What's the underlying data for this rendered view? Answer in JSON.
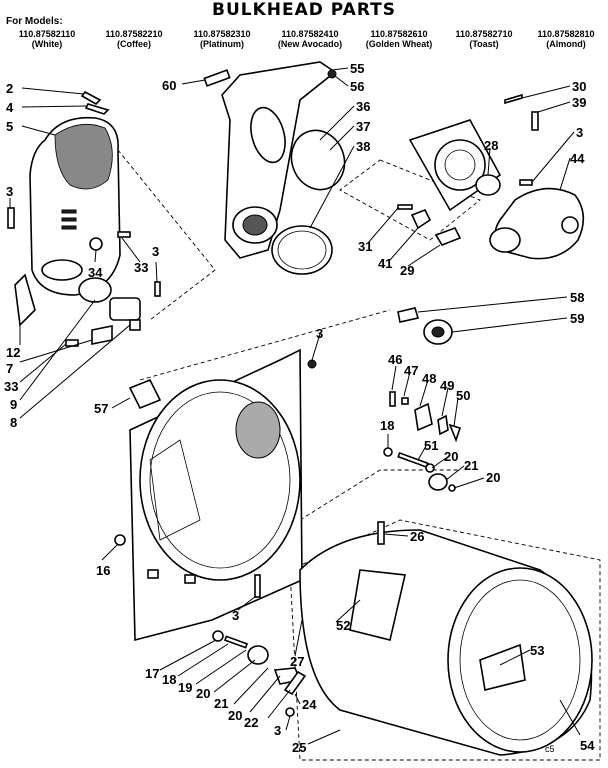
{
  "title": "BULKHEAD PARTS",
  "models_header": "For Models:",
  "models": [
    {
      "number": "110.87582110",
      "color": "(White)"
    },
    {
      "number": "110.87582210",
      "color": "(Coffee)"
    },
    {
      "number": "110.87582310",
      "color": "(Platinum)"
    },
    {
      "number": "110.87582410",
      "color": "(New Avocado)"
    },
    {
      "number": "110.87582610",
      "color": "(Golden Wheat)"
    },
    {
      "number": "110.87582710",
      "color": "(Toast)"
    },
    {
      "number": "110.87582810",
      "color": "(Almond)"
    }
  ],
  "callouts": {
    "c2": "2",
    "c4": "4",
    "c5": "5",
    "c3a": "3",
    "c34": "34",
    "c33a": "33",
    "c3b": "3",
    "c12": "12",
    "c7": "7",
    "c33b": "33",
    "c9": "9",
    "c8": "8",
    "c60": "60",
    "c55": "55",
    "c56": "56",
    "c36": "36",
    "c37": "37",
    "c38": "38",
    "c30": "30",
    "c39": "39",
    "c3c": "3",
    "c28": "28",
    "c44": "44",
    "c31": "31",
    "c41": "41",
    "c29": "29",
    "c58": "58",
    "c59": "59",
    "c3d": "3",
    "c57": "57",
    "c46": "46",
    "c47": "47",
    "c48": "48",
    "c49": "49",
    "c50": "50",
    "c18a": "18",
    "c51": "51",
    "c20a": "20",
    "c21a": "21",
    "c20b": "20",
    "c16": "16",
    "c26": "26",
    "c52": "52",
    "c3e": "3",
    "c27": "27",
    "c53": "53",
    "c17": "17",
    "c18b": "18",
    "c19": "19",
    "c20c": "20",
    "c21b": "21",
    "c20d": "20",
    "c22": "22",
    "c24": "24",
    "c3f": "3",
    "c25": "25",
    "c54": "54"
  },
  "footer_code": "c5"
}
